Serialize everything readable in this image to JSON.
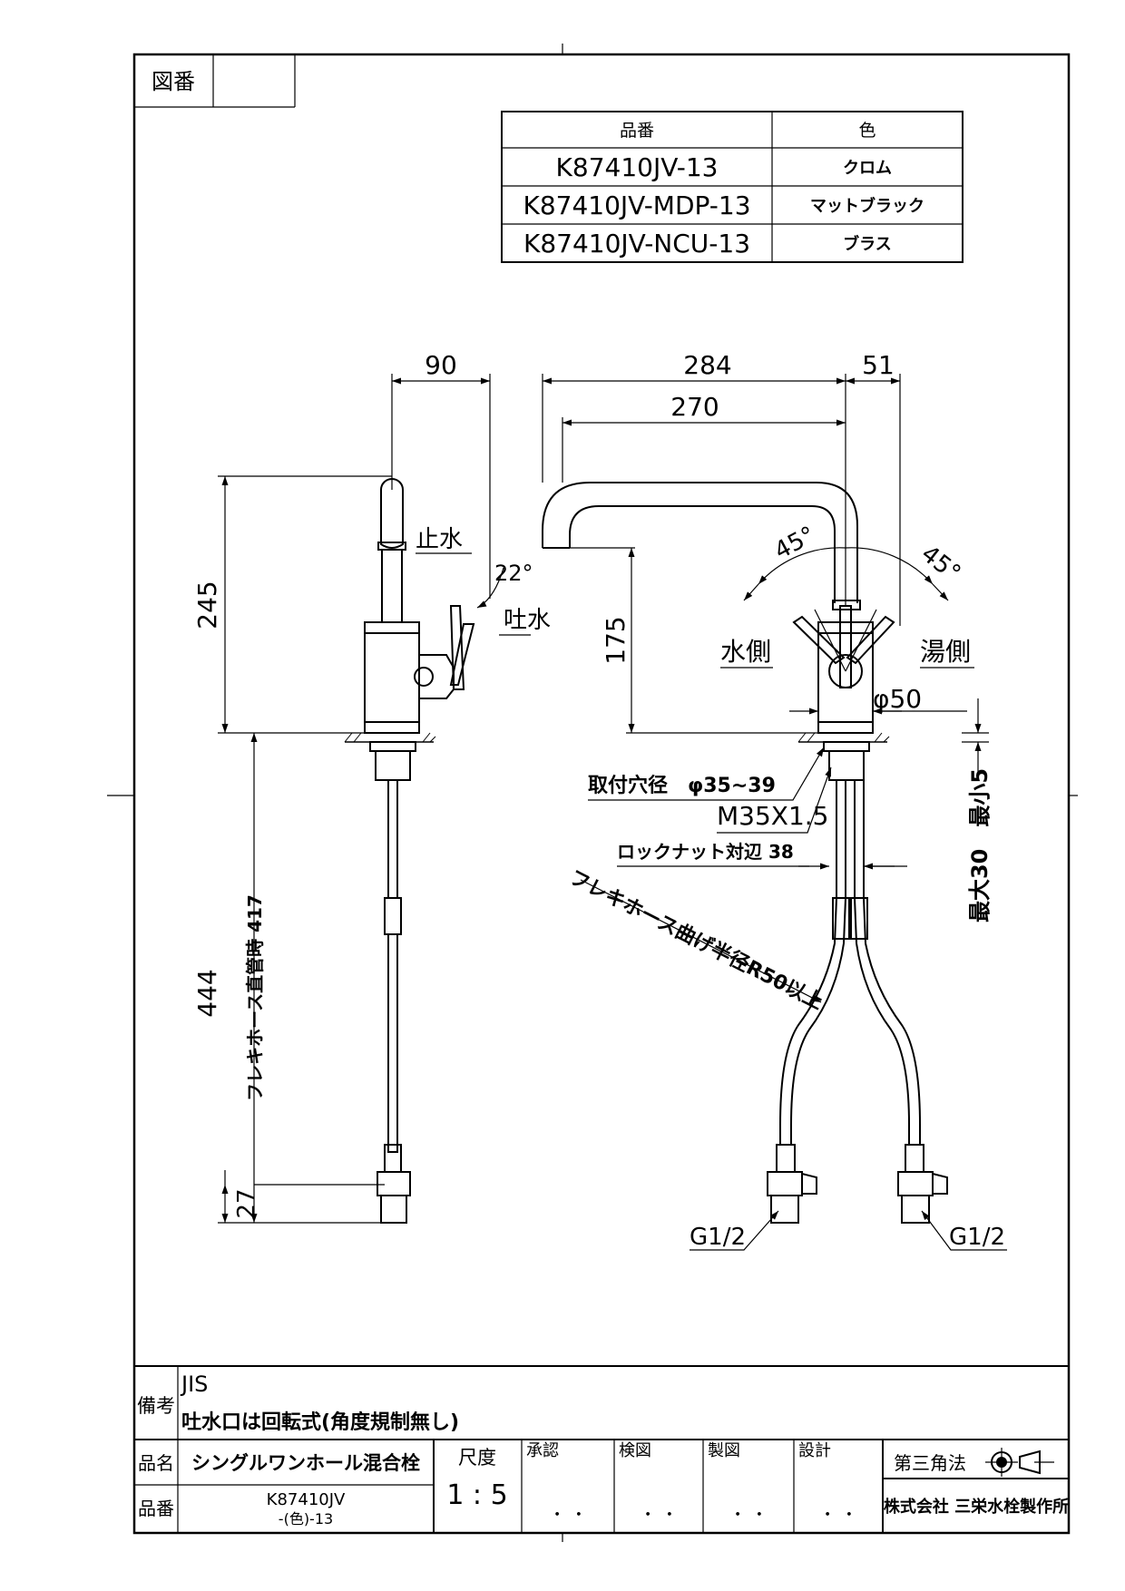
{
  "header": {
    "drawing_no_label": "図番",
    "drawing_no_value": ""
  },
  "variants": {
    "col_part": "品番",
    "col_color": "色",
    "rows": [
      {
        "part": "K87410JV-13",
        "color": "クロム"
      },
      {
        "part": "K87410JV-MDP-13",
        "color": "マットブラック"
      },
      {
        "part": "K87410JV-NCU-13",
        "color": "ブラス"
      }
    ]
  },
  "side_view": {
    "dim_depth": "90",
    "dim_height": "245",
    "dim_total": "444",
    "dim_bottom": "27",
    "hose_note": "フレキホース直管時 417",
    "stop_label": "止水",
    "open_label": "吐水",
    "lever_angle": "22°"
  },
  "front_view": {
    "dim_reach": "284",
    "dim_reach_inner": "270",
    "dim_offset": "51",
    "dim_spout_height": "175",
    "angle_left": "45°",
    "angle_right": "45°",
    "cold_side": "水側",
    "hot_side": "湯側",
    "dia_body": "φ50",
    "mount_hole": "取付穴径　φ35~39",
    "thread": "M35X1.5",
    "locknut": "ロックナット対辺 38",
    "thickness": "最大30　最小5",
    "bend_note": "フレキホース曲げ半径R50以上",
    "conn_left": "G1/2",
    "conn_right": "G1/2"
  },
  "notes": {
    "label": "備考",
    "line1": "JIS",
    "line2": "吐水口は回転式(角度規制無し)"
  },
  "title_block": {
    "name_label": "品名",
    "name_value": "シングルワンホール混合栓",
    "part_label": "品番",
    "part_value_1": "K87410JV",
    "part_value_2": "-(色)-13",
    "scale_label": "尺度",
    "scale_value": "1 : 5",
    "approve": "承認",
    "check": "検図",
    "drawn": "製図",
    "design": "設計",
    "projection": "第三角法",
    "company": "株式会社 三栄水栓製作所",
    "dots": "・ ・"
  }
}
